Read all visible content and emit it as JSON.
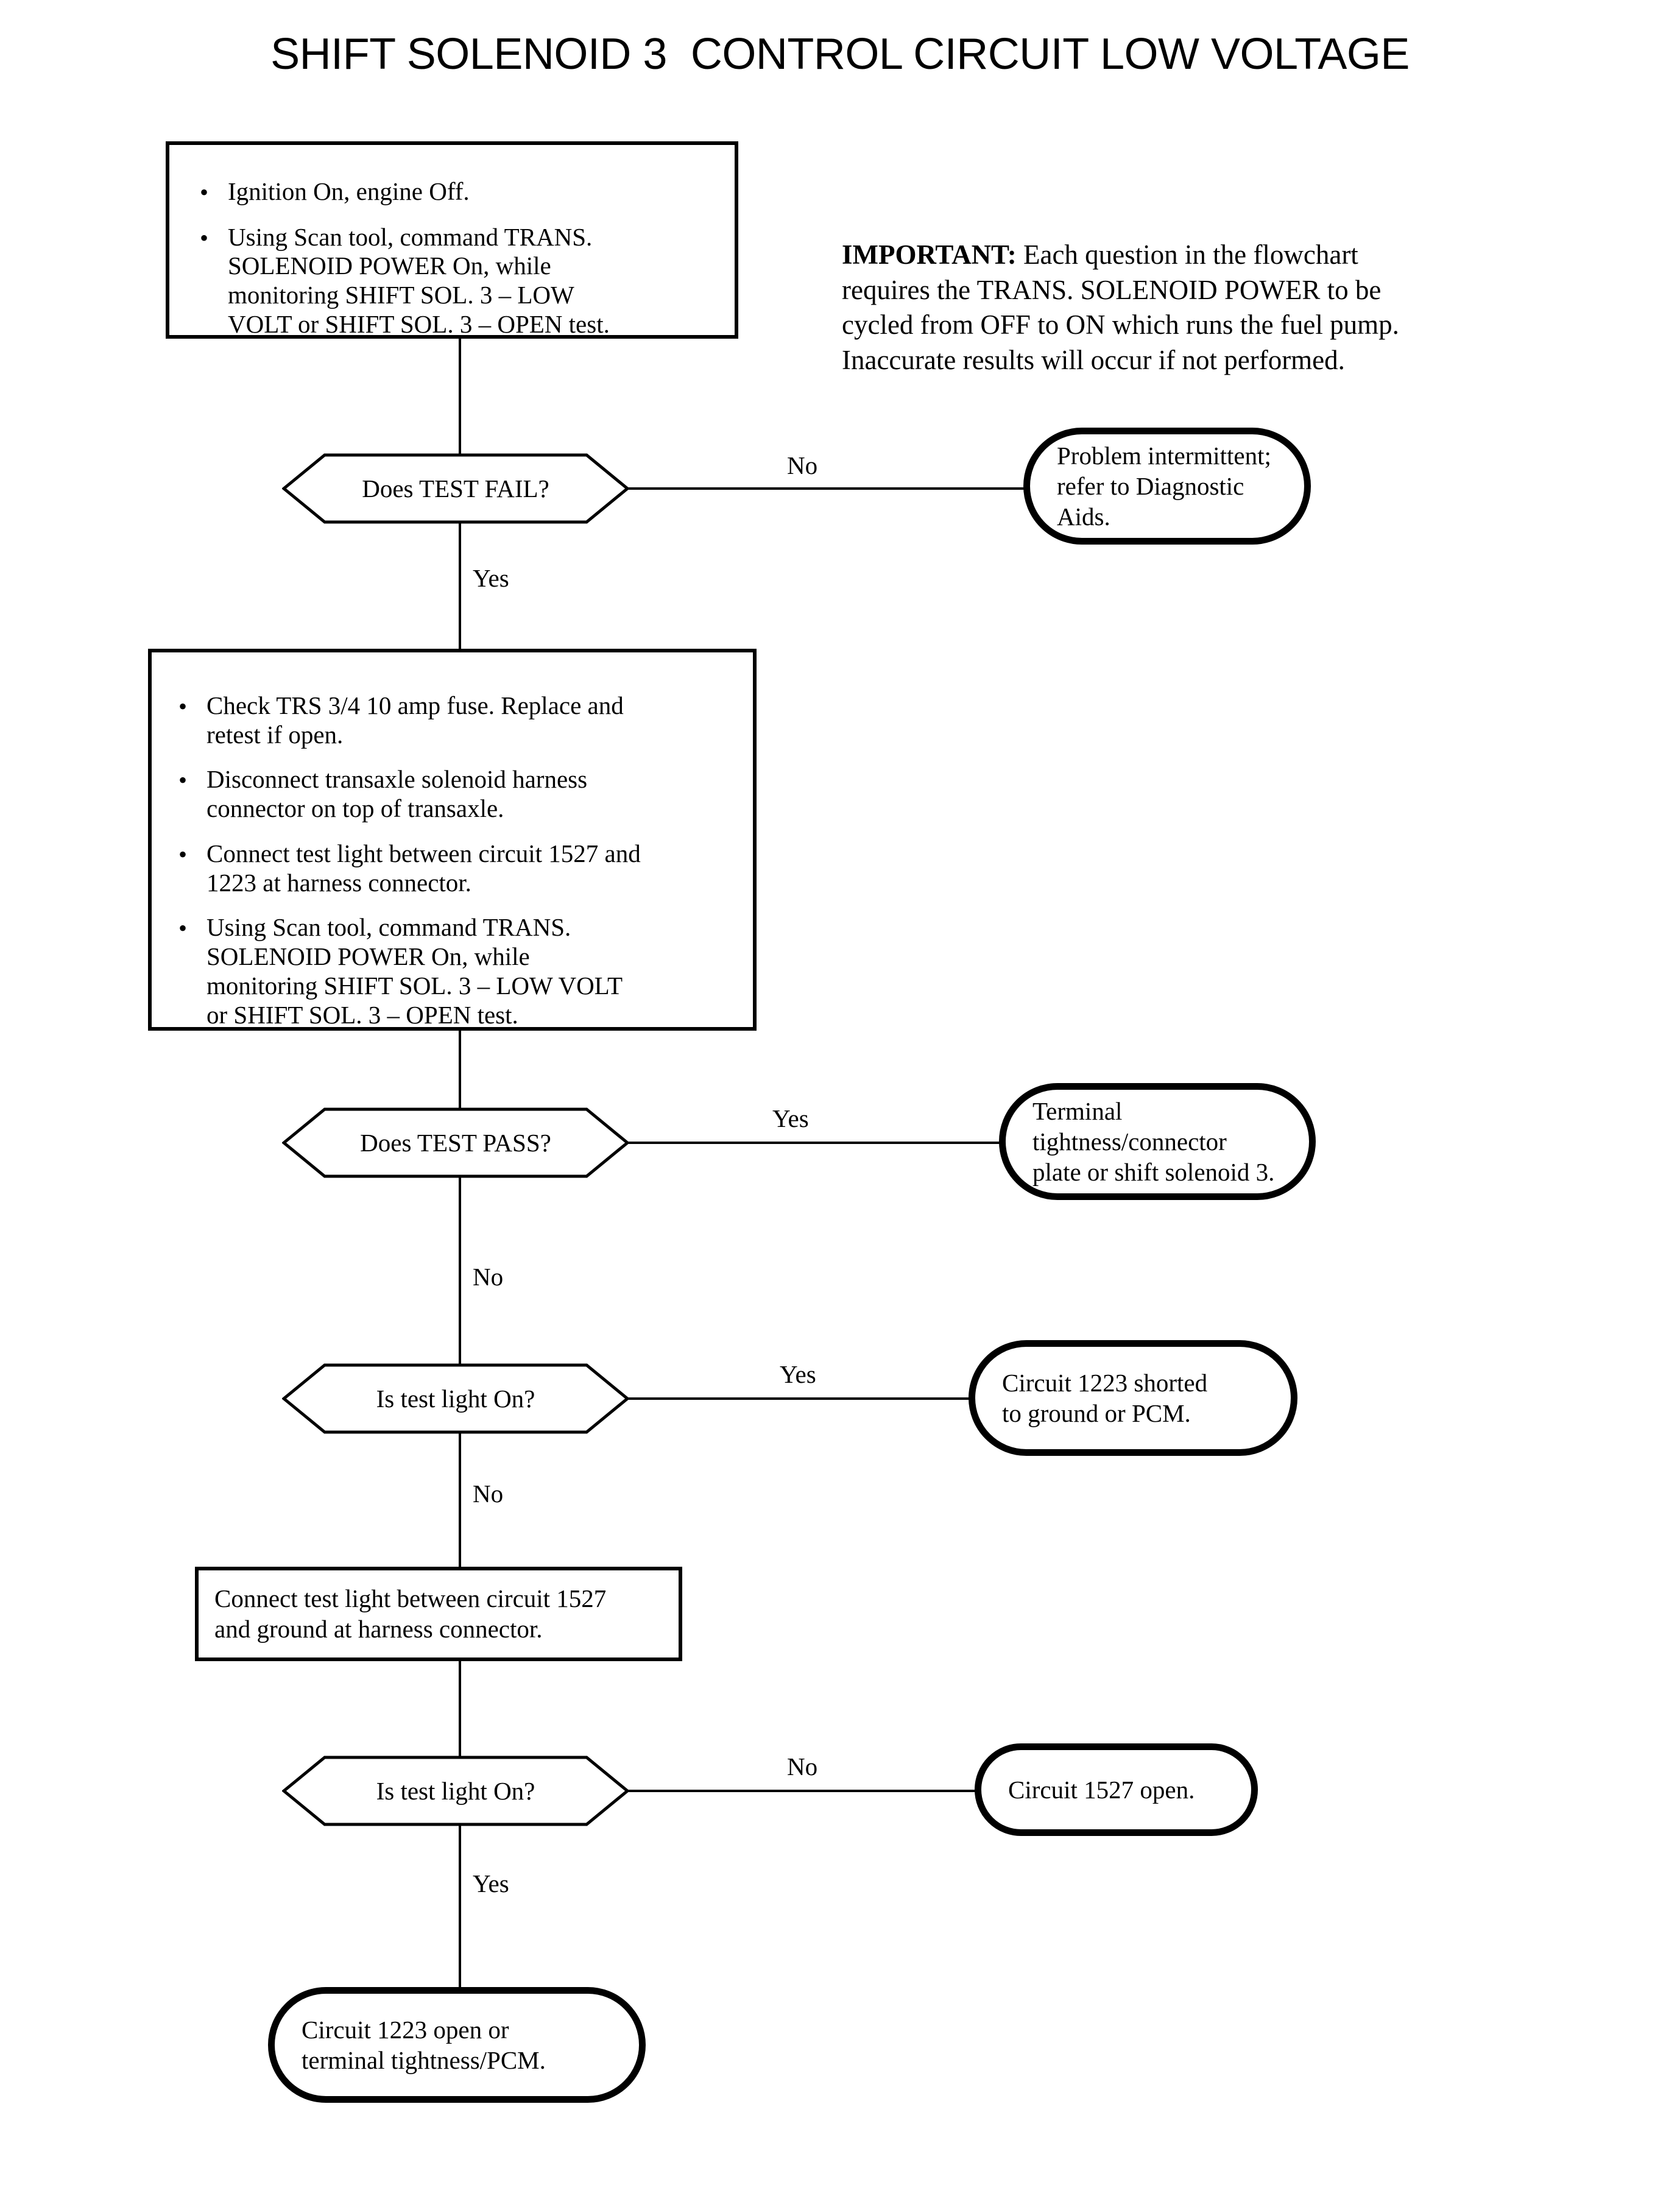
{
  "title": "SHIFT SOLENOID 3  CONTROL CIRCUIT LOW VOLTAGE",
  "important_note": {
    "heading": "IMPORTANT:",
    "body": " Each question in the flowchart\nrequires the TRANS. SOLENOID POWER to be\ncycled from OFF to ON which runs the fuel pump.\nInaccurate results will occur if not performed."
  },
  "steps": {
    "step1": {
      "bullet_glyph": "•",
      "bullets": [
        "Ignition On, engine Off.",
        "Using Scan tool, command TRANS.\nSOLENOID POWER On, while\nmonitoring SHIFT SOL. 3 – LOW\nVOLT or SHIFT SOL. 3 – OPEN test."
      ]
    },
    "step2": {
      "bullet_glyph": "•",
      "bullets": [
        "Check TRS 3/4 10 amp fuse. Replace and\nretest if open.",
        "Disconnect transaxle solenoid harness\nconnector on top of transaxle.",
        "Connect test light between circuit 1527 and\n1223 at harness connector.",
        "Using Scan tool, command TRANS.\nSOLENOID POWER On, while\nmonitoring SHIFT SOL. 3 – LOW VOLT\nor SHIFT SOL. 3 – OPEN test."
      ]
    },
    "step3": {
      "text": "Connect test light between circuit 1527\nand ground at harness connector."
    }
  },
  "decisions": {
    "d1": "Does TEST FAIL?",
    "d2": "Does TEST PASS?",
    "d3": "Is test light On?",
    "d4": "Is test light On?"
  },
  "terminals": {
    "t1": "Problem intermittent;\nrefer to Diagnostic Aids.",
    "t2": "Terminal tightness/connector\nplate or shift solenoid 3.",
    "t3": "Circuit 1223 shorted\nto ground or PCM.",
    "t4": "Circuit 1527 open.",
    "t5": "Circuit 1223 open or\nterminal tightness/PCM."
  },
  "edge_labels": {
    "d1_no": "No",
    "d1_yes": "Yes",
    "d2_yes": "Yes",
    "d2_no": "No",
    "d3_yes": "Yes",
    "d3_no": "No",
    "d4_no": "No",
    "d4_yes": "Yes"
  },
  "colors": {
    "line": "#000000",
    "background": "#ffffff"
  }
}
